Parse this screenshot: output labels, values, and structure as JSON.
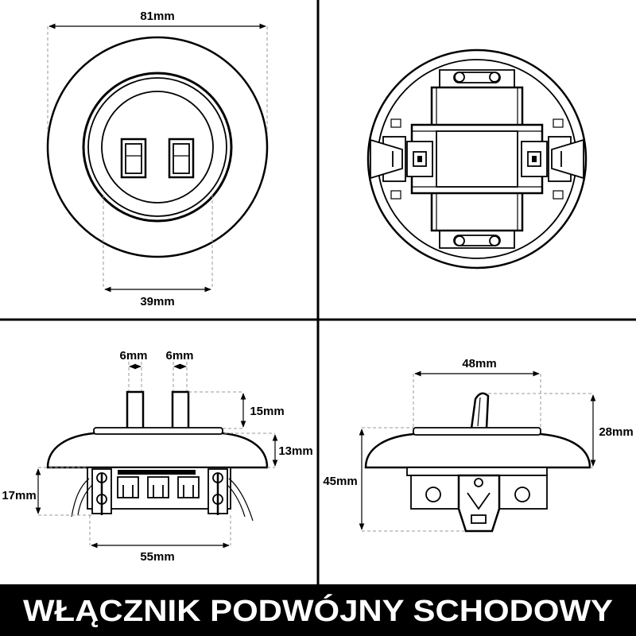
{
  "banner": {
    "title": "WŁĄCZNIK PODWÓJNY SCHODOWY"
  },
  "front_view": {
    "dim_outer_diameter": "81mm",
    "dim_inner_diameter": "39mm"
  },
  "back_view": {},
  "side_view": {
    "dim_rocker_left_width": "6mm",
    "dim_rocker_right_width": "6mm",
    "dim_rocker_height": "15mm",
    "dim_plate_height": "13mm",
    "dim_mechanism_depth": "17mm",
    "dim_mechanism_width": "55mm"
  },
  "profile_view": {
    "dim_cap_width": "48mm",
    "dim_total_height": "28mm",
    "dim_total_depth": "45mm"
  },
  "colors": {
    "line": "#000000",
    "background": "#ffffff",
    "banner": "#000000",
    "banner_text": "#ffffff",
    "dimension_guides": "#9a9a9a"
  }
}
